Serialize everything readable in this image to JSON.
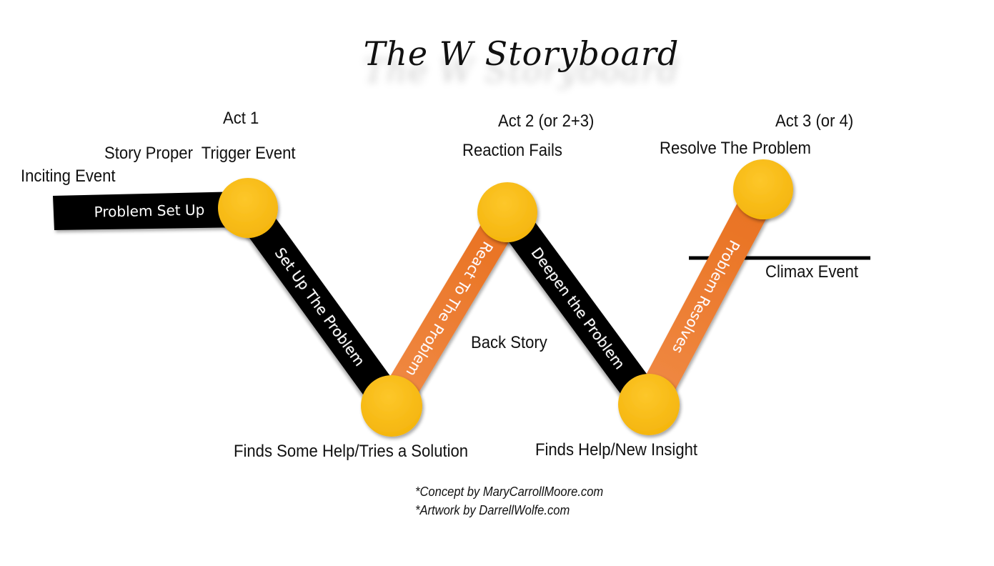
{
  "title": "The W Storyboard",
  "colors": {
    "black_bar": "#0a0a0a",
    "orange_bar": "#ee7c32",
    "node_fill": "#fdc10f",
    "text": "#111111"
  },
  "acts": {
    "act1": "Act 1",
    "act2": "Act 2 (or 2+3)",
    "act3": "Act 3 (or 4)"
  },
  "labels": {
    "inciting_event": "Inciting Event",
    "story_proper_trigger": "Story Proper  Trigger Event",
    "reaction_fails": "Reaction Fails",
    "resolve_the_problem": "Resolve The Problem",
    "climax_event": "Climax Event",
    "back_story": "Back Story",
    "finds_some_help": "Finds Some Help/Tries a Solution",
    "finds_help_new_insight": "Finds Help/New Insight"
  },
  "segments": [
    {
      "label": "Problem Set Up",
      "color": "black"
    },
    {
      "label": "Set Up The Problem",
      "color": "black"
    },
    {
      "label": "React To The Problem",
      "color": "orange"
    },
    {
      "label": "Deepen the Problem",
      "color": "black"
    },
    {
      "label": "Problem Resolves",
      "color": "orange"
    }
  ],
  "credits": {
    "concept": "*Concept by MaryCarrollMoore.com",
    "artwork": "*Artwork by DarrellWolfe.com"
  }
}
